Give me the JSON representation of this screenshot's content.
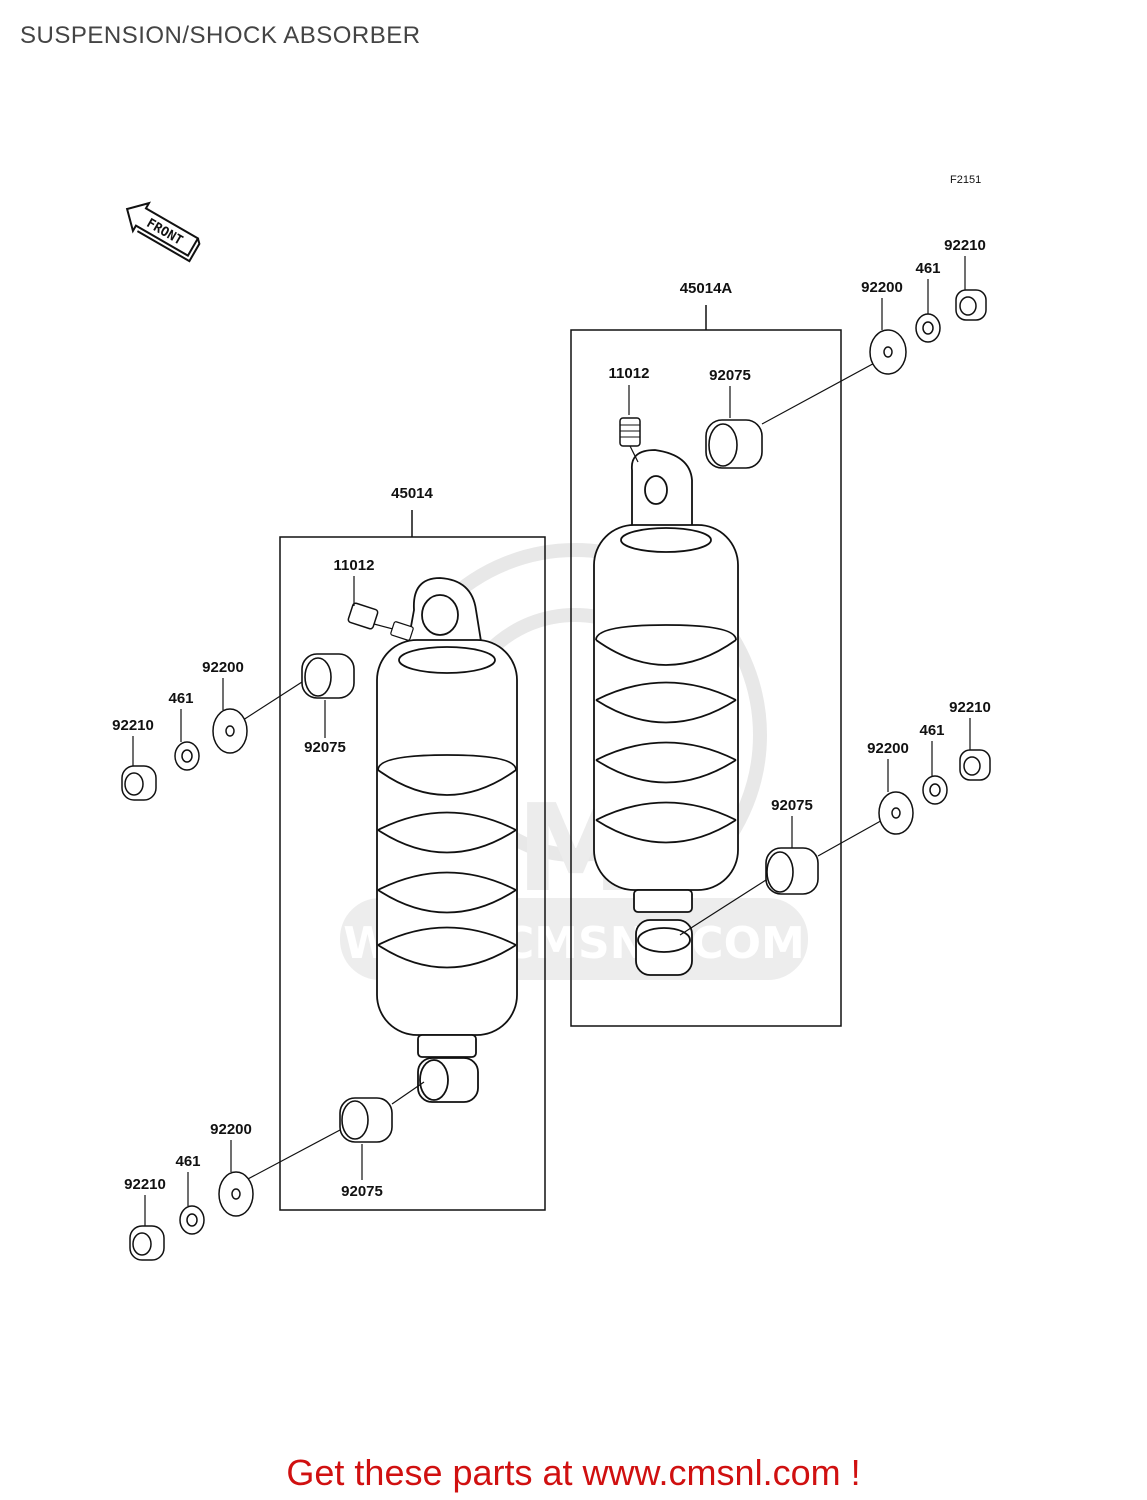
{
  "page": {
    "title": "SUSPENSION/SHOCK ABSORBER"
  },
  "figure": {
    "ref": "F2151",
    "direction_label": "FRONT"
  },
  "callouts": {
    "assembly_right": "45014A",
    "assembly_left": "45014",
    "right_fitting": "11012",
    "right_top_bushing": "92075",
    "right_top_washer": "92200",
    "right_top_collar": "461",
    "right_top_nut": "92210",
    "right_bottom_bushing": "92075",
    "right_bottom_washer": "92200",
    "right_bottom_collar": "461",
    "right_bottom_nut": "92210",
    "left_fitting": "11012",
    "left_top_bushing": "92075",
    "left_top_washer": "92200",
    "left_top_collar": "461",
    "left_top_nut": "92210",
    "left_bottom_bushing": "92075",
    "left_bottom_washer": "92200",
    "left_bottom_collar": "461",
    "left_bottom_nut": "92210"
  },
  "watermark": {
    "text": "WWW.CMSNL.COM",
    "logo": "cms-logo"
  },
  "footer": {
    "promo": "Get these parts at www.cmsnl.com !"
  },
  "colors": {
    "promo": "#d01010",
    "line": "#111111",
    "watermark": "#e6e6e6"
  }
}
